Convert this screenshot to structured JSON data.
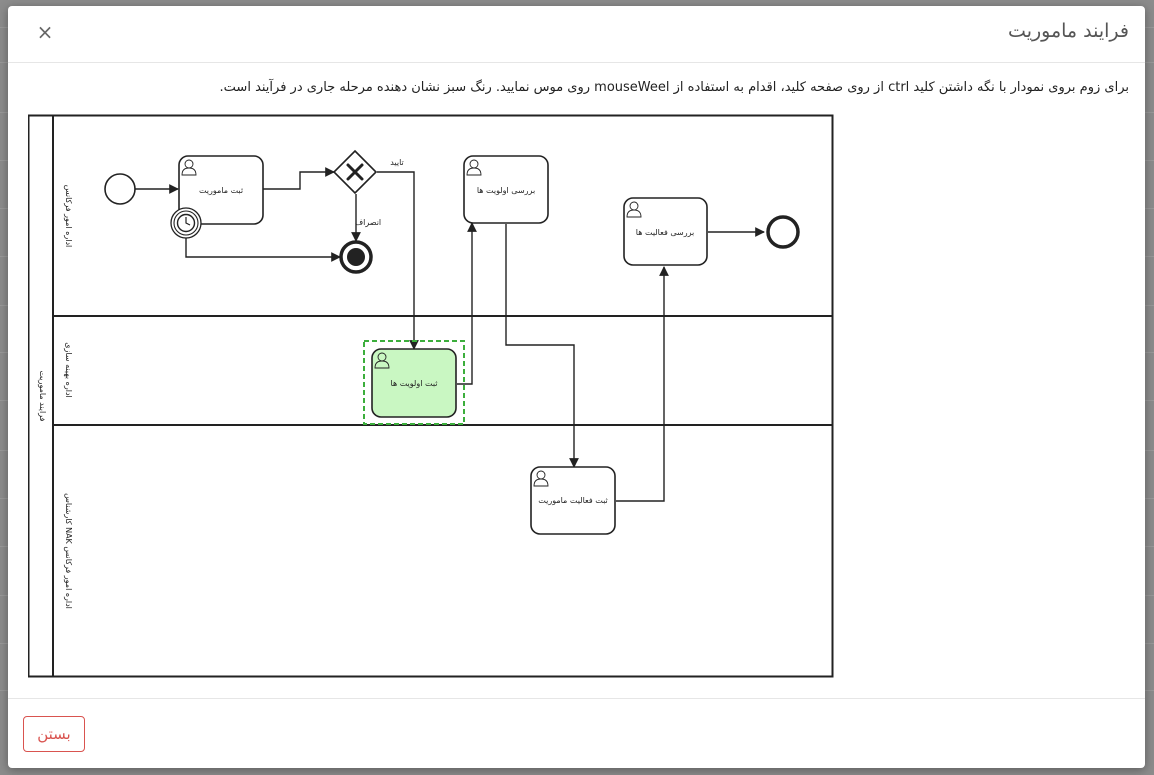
{
  "modal": {
    "title": "فرایند ماموریت",
    "close_icon": "×",
    "help_text": "برای زوم بروی نمودار با نگه داشتن کلید ctrl از روی صفحه کلید، اقدام به استفاده از mouseWeel روی موس نمایید. رنگ سبز نشان دهنده مرحله جاری در فرآیند است.",
    "footer": {
      "close_label": "بستن"
    }
  },
  "diagram": {
    "pool_label": "فرایند ماموریت",
    "lanes": [
      {
        "label": "اداره امور فرکانس"
      },
      {
        "label": "اداره بهینه سازی"
      },
      {
        "label": "کارشناس NAK اداره امور فرکانس"
      }
    ],
    "tasks": {
      "register_mission": "ثبت ماموریت",
      "review_priorities": "بررسی اولویت ها",
      "review_activities": "بررسی فعالیت ها",
      "register_priorities": "ثبت اولویت ها",
      "register_mission_activity": "ثبت فعالیت ماموریت"
    },
    "flow_labels": {
      "approve": "تایید",
      "cancel": "انصراف"
    },
    "current_step": "register_priorities",
    "colors": {
      "current_fill": "#c9f7c2",
      "current_border": "#3cae3c"
    }
  }
}
